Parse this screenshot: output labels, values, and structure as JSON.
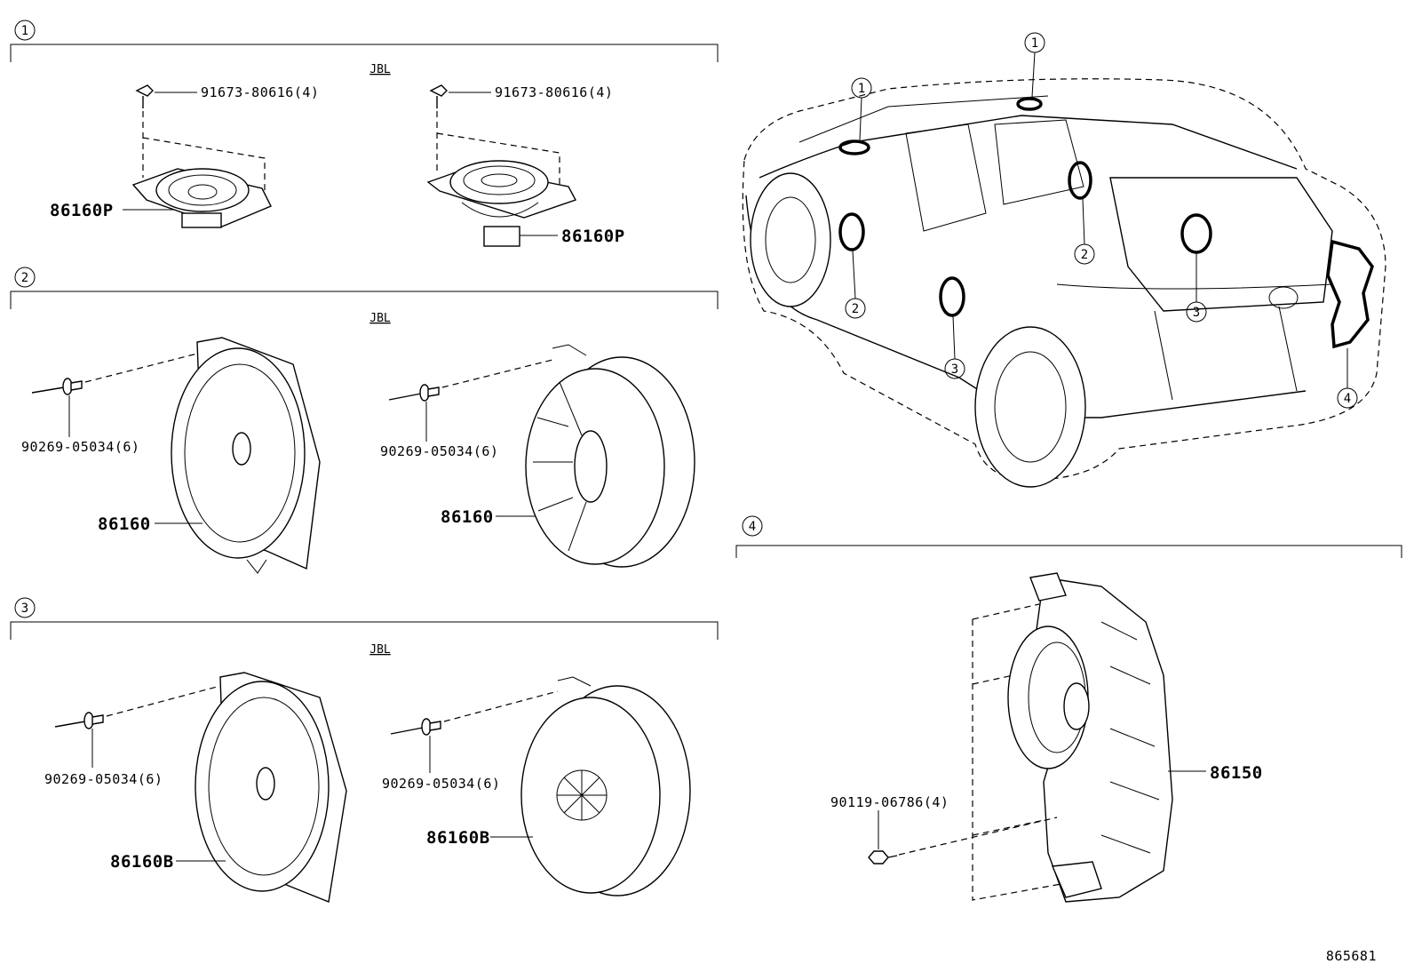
{
  "diagram": {
    "figure_number": "865681",
    "sections": [
      {
        "id": "1",
        "brand": "JBL",
        "fasteners": [
          "91673-80616(4)",
          "91673-80616(4)"
        ],
        "parts": [
          "86160P",
          "86160P"
        ]
      },
      {
        "id": "2",
        "brand": "JBL",
        "fasteners": [
          "90269-05034(6)",
          "90269-05034(6)"
        ],
        "parts": [
          "86160",
          "86160"
        ]
      },
      {
        "id": "3",
        "brand": "JBL",
        "fasteners": [
          "90269-05034(6)",
          "90269-05034(6)"
        ],
        "parts": [
          "86160B",
          "86160B"
        ]
      },
      {
        "id": "4",
        "brand": "",
        "fasteners": [
          "90119-06786(4)"
        ],
        "parts": [
          "86150"
        ]
      }
    ],
    "vehicle_callouts": [
      "1",
      "1",
      "2",
      "2",
      "3",
      "3",
      "4"
    ]
  }
}
